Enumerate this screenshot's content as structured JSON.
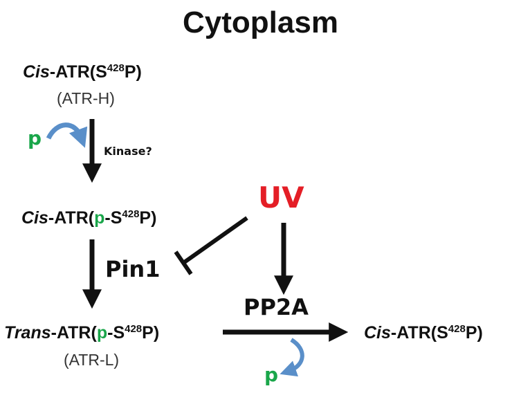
{
  "title": "Cytoplasm",
  "colors": {
    "uv": "#e41e26",
    "phospho": "#1aa64a",
    "loop_arrow": "#5a8fc9",
    "arrows": "#111111"
  },
  "node_cis_top": {
    "prefix": "Cis",
    "mid": "-ATR(",
    "s": "S",
    "sup": "428",
    "suffix": "P)",
    "alias": "(ATR-H)"
  },
  "node_cis_phospho": {
    "prefix": "Cis",
    "mid": "-ATR(",
    "p": "p",
    "dash": "-",
    "s": "S",
    "sup": "428",
    "suffix": "P)"
  },
  "node_trans_phospho": {
    "prefix": "Trans",
    "mid": "-ATR(",
    "p": "p",
    "dash": "-",
    "s": "S",
    "sup": "428",
    "suffix": "P)",
    "alias": "(ATR-L)"
  },
  "node_cis_final": {
    "prefix": "Cis",
    "mid": "-ATR(",
    "s": "S",
    "sup": "428",
    "suffix": "P)"
  },
  "kinase_label": "Kinase?",
  "phospho_in": "p",
  "phospho_out": "p",
  "uv_label": "UV",
  "pin1_label": "Pin1",
  "pp2a_label": "PP2A"
}
